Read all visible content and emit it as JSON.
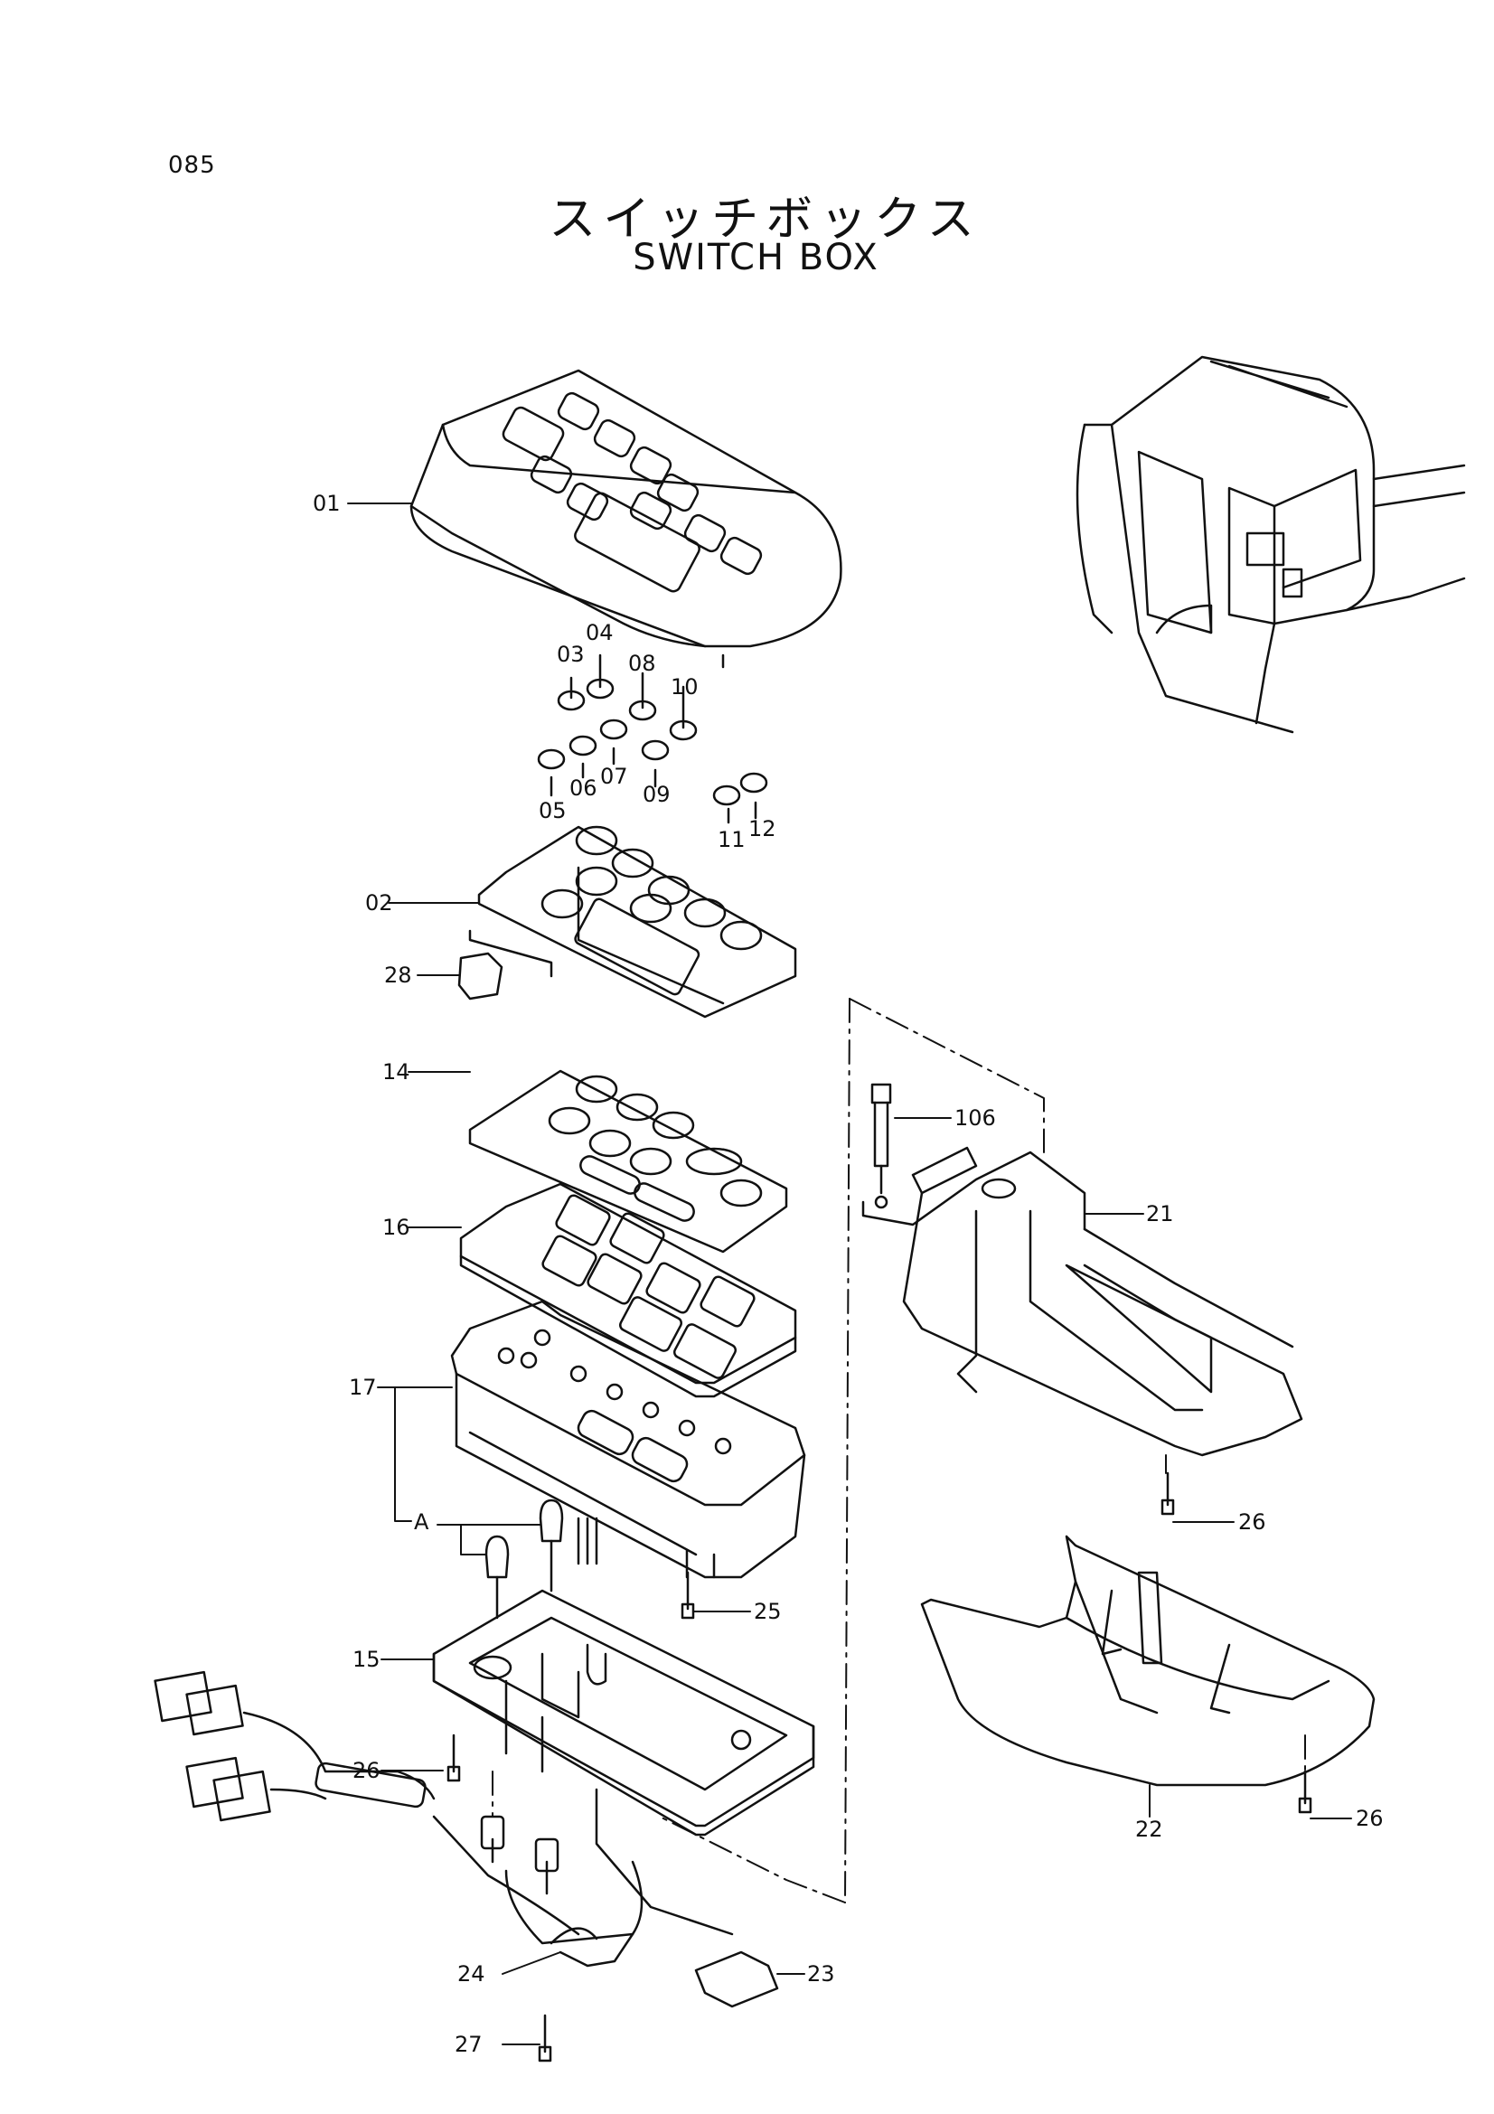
{
  "page_number": "085",
  "title_jp": "スイッチボックス",
  "title_en": "SWITCH BOX",
  "callouts": {
    "p01": "01",
    "p02": "02",
    "p03": "03",
    "p04": "04",
    "p05": "05",
    "p06": "06",
    "p07": "07",
    "p08": "08",
    "p09": "09",
    "p10": "10",
    "p11": "11",
    "p12": "12",
    "p14": "14",
    "p15": "15",
    "p16": "16",
    "p17": "17",
    "pA": "A",
    "p21": "21",
    "p22": "22",
    "p23": "23",
    "p24": "24",
    "p25": "25",
    "p26a": "26",
    "p26b": "26",
    "p26c": "26",
    "p27": "27",
    "p28": "28",
    "p106": "106"
  }
}
